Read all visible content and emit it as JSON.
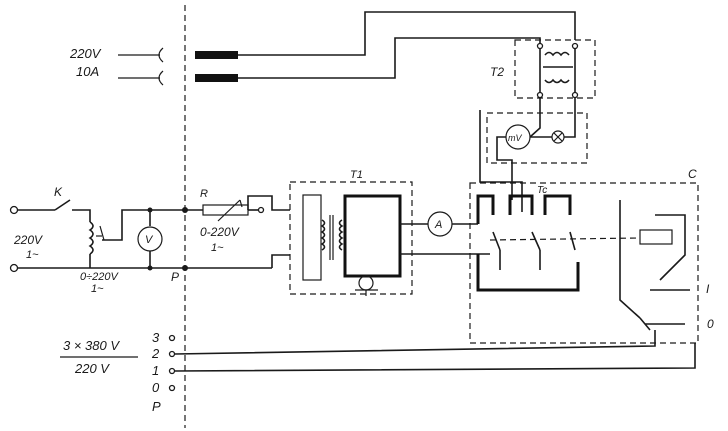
{
  "labels": {
    "supply_voltage": "220V",
    "supply_current": "10A",
    "switch_k": "K",
    "input_voltage": "220V",
    "input_phase": "1~",
    "autotransformer_range": "0÷220V",
    "autotransformer_phase": "1~",
    "rheostat": "R",
    "rheostat_range": "0-220V",
    "rheostat_phase": "1~",
    "panel_p_middle": "P",
    "panel_p_bottom": "P",
    "voltmeter": "V",
    "ammeter": "A",
    "millivoltmeter": "mV",
    "transformer_t1": "T1",
    "transformer_t2": "T2",
    "contactor_tc": "Tc",
    "cabinet_c": "C",
    "position_i": "I",
    "position_o": "0",
    "three_phase_top": "3 × 380 V",
    "three_phase_bottom": "220 V",
    "terminal_3": "3",
    "terminal_2": "2",
    "terminal_1": "1",
    "terminal_0": "0"
  },
  "colors": {
    "ink": "#1a1a1a",
    "background": "#ffffff"
  }
}
